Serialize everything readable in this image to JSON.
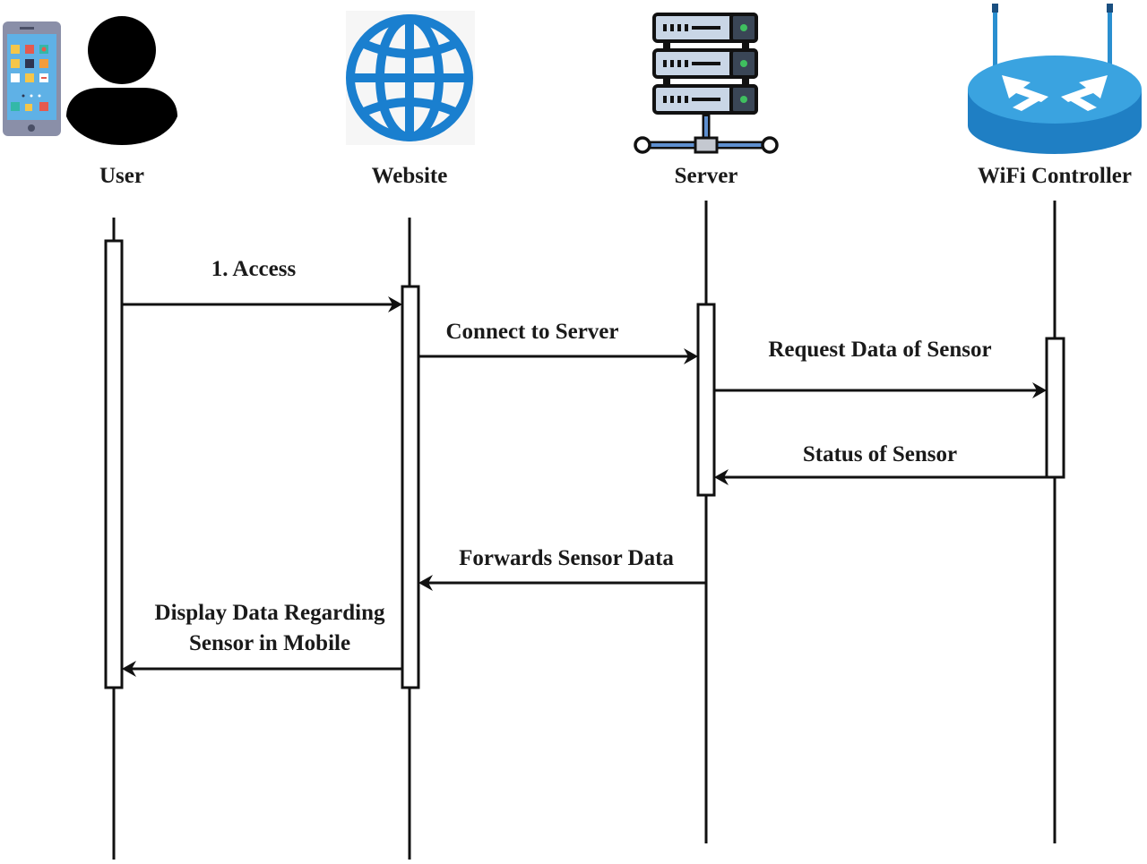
{
  "diagram": {
    "type": "sequence",
    "participants": [
      {
        "id": "user",
        "label": "User",
        "icon": "user-with-mobile-icon"
      },
      {
        "id": "website",
        "label": "Website",
        "icon": "globe-icon"
      },
      {
        "id": "server",
        "label": "Server",
        "icon": "server-rack-icon"
      },
      {
        "id": "wifi",
        "label": "WiFi Controller",
        "icon": "wifi-router-icon"
      }
    ],
    "messages": [
      {
        "from": "user",
        "to": "website",
        "label": [
          "1. Access"
        ]
      },
      {
        "from": "website",
        "to": "server",
        "label": [
          "Connect to Server"
        ]
      },
      {
        "from": "server",
        "to": "wifi",
        "label": [
          "Request Data of Sensor"
        ]
      },
      {
        "from": "wifi",
        "to": "server",
        "label": [
          "Status of Sensor"
        ]
      },
      {
        "from": "server",
        "to": "website",
        "label": [
          "Forwards Sensor Data"
        ]
      },
      {
        "from": "website",
        "to": "user",
        "label": [
          "Display Data Regarding",
          "Sensor in Mobile"
        ]
      }
    ],
    "colors": {
      "globe": "#1a7fcf",
      "router": "#2a8fd0",
      "server_panel": "#c9d6e6",
      "server_led": "#3fbf5f",
      "line": "#111111"
    }
  }
}
